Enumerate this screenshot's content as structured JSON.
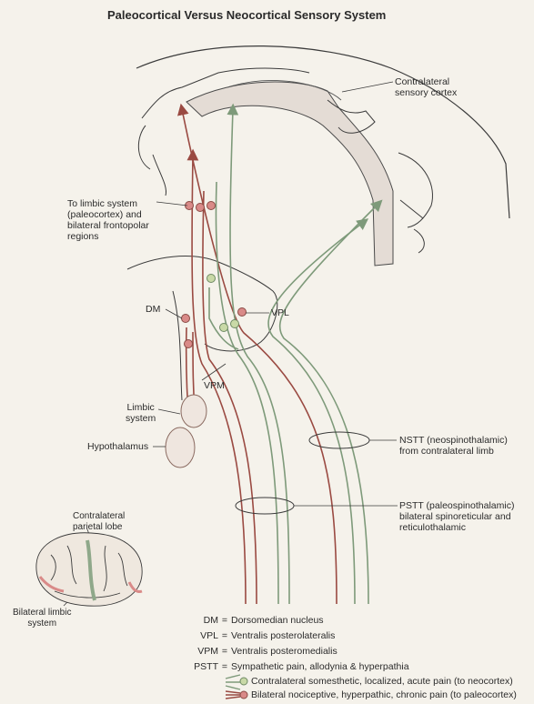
{
  "title": "Paleocortical Versus Neocortical Sensory System",
  "labels": {
    "sensory_cortex": [
      "Contralateral",
      "sensory cortex"
    ],
    "limbic_target": [
      "To limbic system",
      "(paleocortex) and",
      "bilateral frontopolar",
      "regions"
    ],
    "dm": "DM",
    "vpl": "VPL",
    "vpm": "VPM",
    "limbic_system": [
      "Limbic",
      "system"
    ],
    "hypothalamus": "Hypothalamus",
    "nstt": [
      "NSTT (neospinothalamic)",
      "from contralateral limb"
    ],
    "pstt": [
      "PSTT (paleospinothalamic)",
      "bilateral spinoreticular and",
      "reticulothalamic"
    ],
    "inset_parietal": [
      "Contralateral",
      "parietal lobe"
    ],
    "inset_limbic": [
      "Bilateral limbic",
      "system"
    ]
  },
  "legend": [
    {
      "abbr": "DM",
      "eq": "=",
      "text": "Dorsomedian nucleus"
    },
    {
      "abbr": "VPL",
      "eq": "=",
      "text": "Ventralis posterolateralis"
    },
    {
      "abbr": "VPM",
      "eq": "=",
      "text": "Ventralis posteromedialis"
    },
    {
      "abbr": "PSTT",
      "eq": "=",
      "text": "Sympathetic pain, allodynia & hyperpathia"
    }
  ],
  "pathway_legend": [
    {
      "text": "Contralateral somesthetic, localized, acute pain (to neocortex)",
      "color": "#8fa88a"
    },
    {
      "text": "Bilateral nociceptive, hyperpathic, chronic pain (to paleocortex)",
      "color": "#a0574f"
    }
  ],
  "colors": {
    "neo_pathway": "#7e9a7a",
    "paleo_pathway": "#9a4a42",
    "cortex_fill": "#e4dcd5",
    "nucleus_red": "#d98a88",
    "nucleus_green": "#c9d9a7"
  }
}
